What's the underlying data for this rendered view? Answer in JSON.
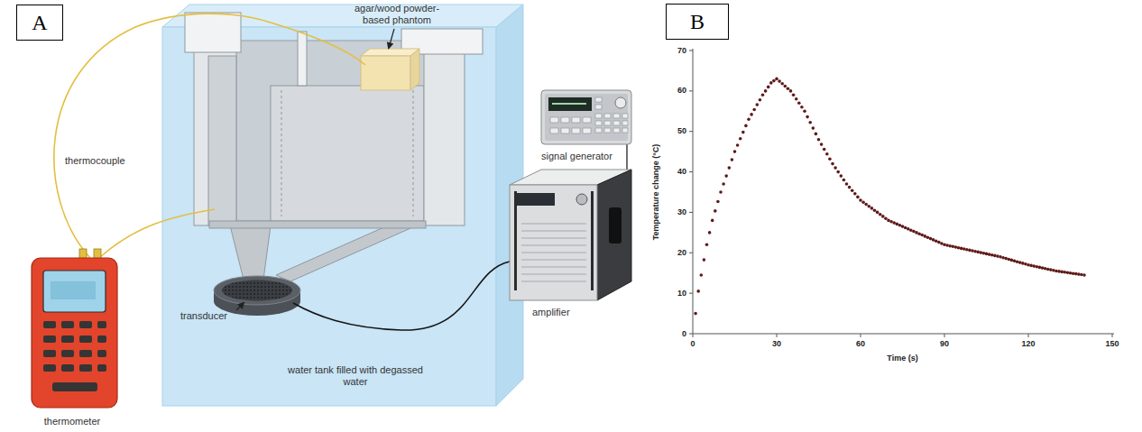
{
  "diagram": {
    "nodes": [
      {
        "text": [
          "A"
        ]
      },
      {
        "text": [
          "B"
        ]
      }
    ],
    "labels": [
      "agar/wood powder-based phantom",
      "thermocouple",
      "signal generator",
      "amplifier",
      "transducer",
      "water tank filled with degassed water",
      "thermometer",
      "70",
      "60",
      "50",
      "40",
      "30",
      "20",
      "10",
      "0",
      "Temperature change (°C)",
      "0",
      "30",
      "60",
      "90",
      "120",
      "150",
      "Time (s)"
    ]
  }
}
